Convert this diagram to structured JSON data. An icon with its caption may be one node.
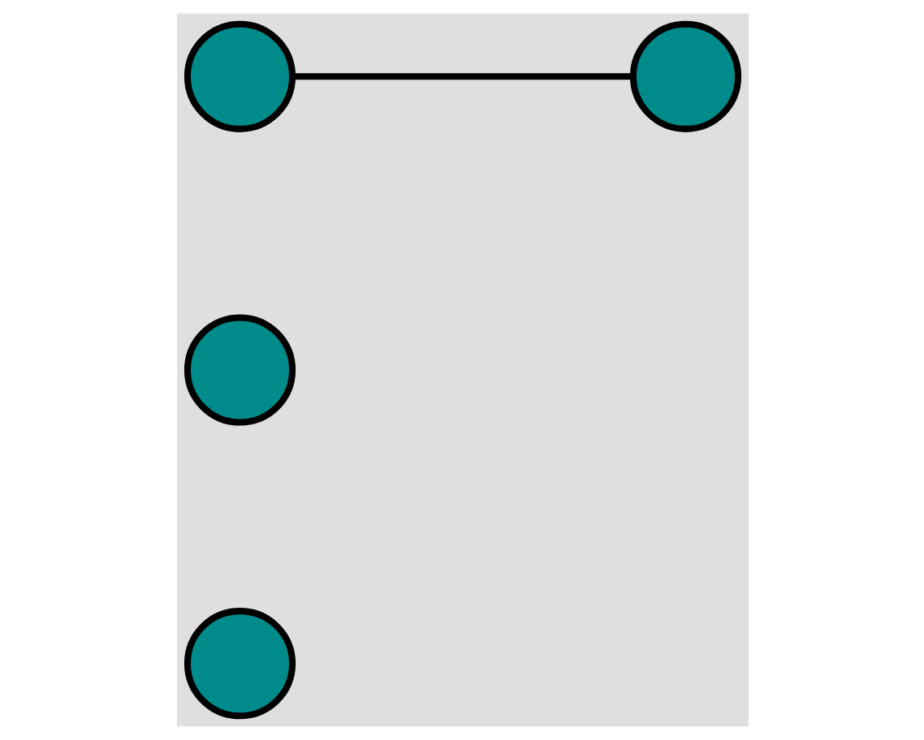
{
  "diagram": {
    "nodes": [
      {
        "text": [],
        "shape": "circle"
      },
      {
        "text": [],
        "shape": "circle"
      },
      {
        "text": [],
        "shape": "circle"
      },
      {
        "text": [],
        "shape": "circle"
      }
    ],
    "edges": [
      {
        "from": 2,
        "to": 3,
        "arrow": "none"
      }
    ]
  }
}
